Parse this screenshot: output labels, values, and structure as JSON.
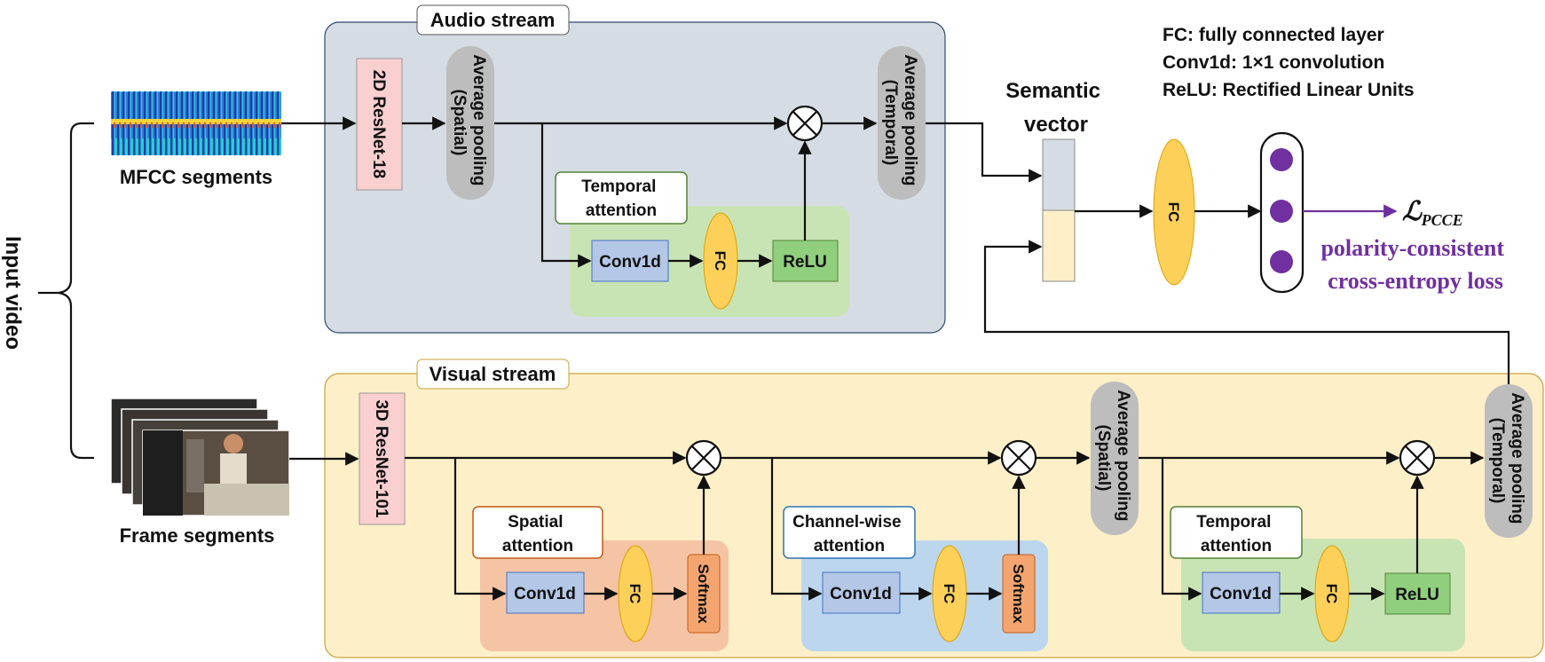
{
  "input": {
    "label": "Input video",
    "mfcc_label": "MFCC segments",
    "frame_label": "Frame segments"
  },
  "audio": {
    "stream_label": "Audio stream",
    "resnet": "2D ResNet-18",
    "pool_spatial": [
      "Average pooling",
      "(Spatial)"
    ],
    "pool_temporal": [
      "Average pooling",
      "(Temporal)"
    ],
    "attention_label": [
      "Temporal",
      "attention"
    ],
    "conv": "Conv1d",
    "fc": "FC",
    "act": "ReLU"
  },
  "visual": {
    "stream_label": "Visual stream",
    "resnet": "3D ResNet-101",
    "spatial_attention": {
      "label": [
        "Spatial",
        "attention"
      ],
      "conv": "Conv1d",
      "fc": "FC",
      "act": "Softmax"
    },
    "channel_attention": {
      "label": [
        "Channel-wise",
        "attention"
      ],
      "conv": "Conv1d",
      "fc": "FC",
      "act": "Softmax"
    },
    "pool_spatial": [
      "Average pooling",
      "(Spatial)"
    ],
    "temporal_attention": {
      "label": [
        "Temporal",
        "attention"
      ],
      "conv": "Conv1d",
      "fc": "FC",
      "act": "ReLU"
    },
    "pool_temporal": [
      "Average pooling",
      "(Temporal)"
    ]
  },
  "fusion": {
    "semantic_label": [
      "Semantic",
      "vector"
    ],
    "fc": "FC"
  },
  "legend": [
    "FC: fully connected layer",
    "Conv1d: 1×1 convolution",
    "ReLU: Rectified Linear Units"
  ],
  "loss": {
    "symbol": "ℒ",
    "subscript": "PCCE",
    "description": [
      "polarity-consistent",
      "cross-entropy loss"
    ]
  },
  "colors": {
    "audio_bg": "#d6dce4",
    "visual_bg": "#fdefc8",
    "green_block": "#c9e4b4",
    "orange_block": "#f5c4a4",
    "blue_block": "#bcd6ee",
    "conv_fill": "#b4c7e7",
    "fc_fill": "#fdd05a",
    "relu_fill": "#8fcf7e",
    "softmax_fill": "#f4a56f",
    "resnet_fill": "#f9cfd0",
    "pool_fill": "#bdbdbd",
    "loss_purple": "#7030a0"
  }
}
